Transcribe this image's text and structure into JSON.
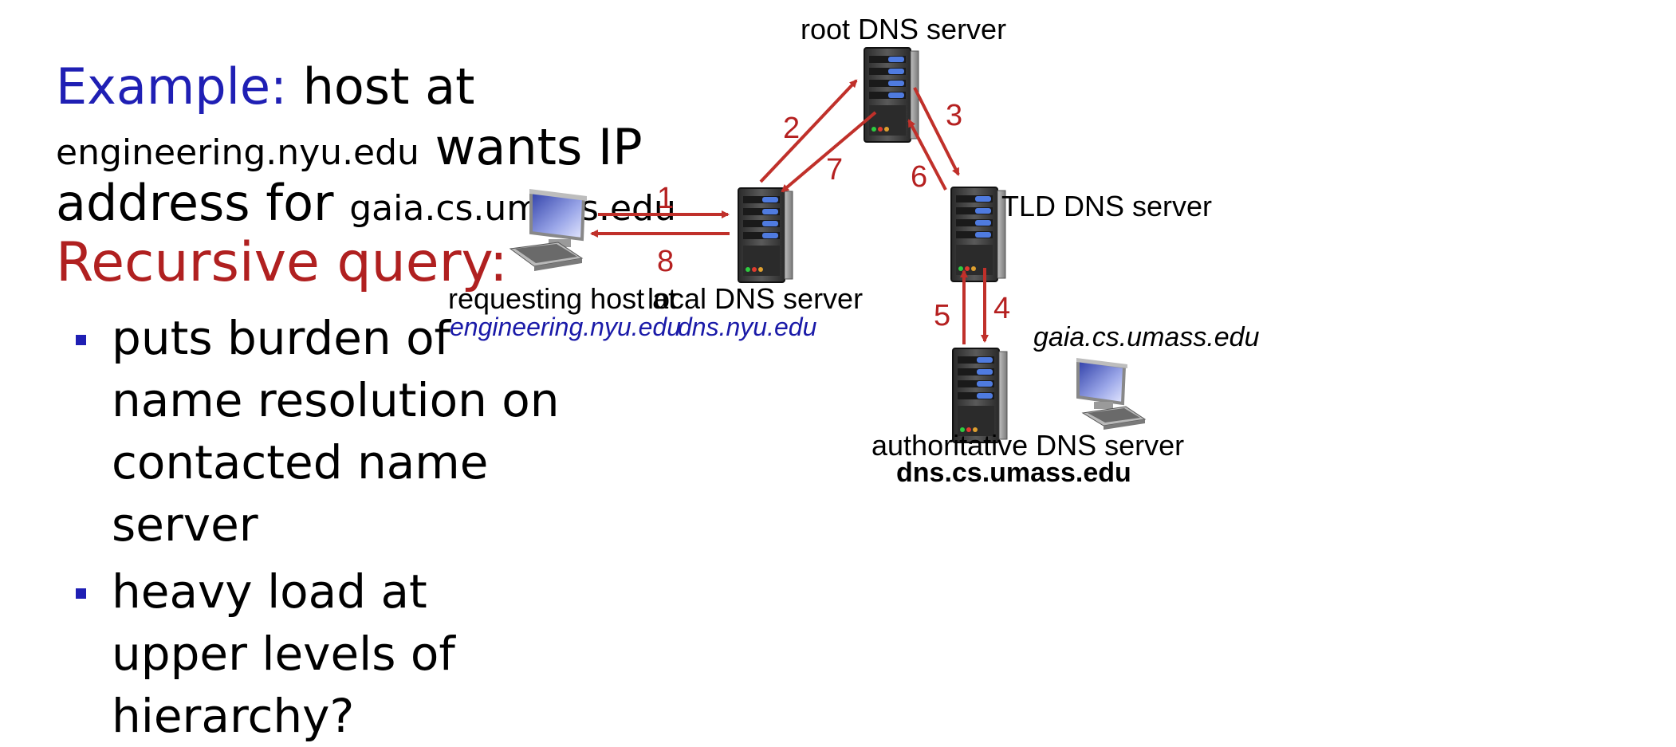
{
  "left": {
    "example_label": "Example:",
    "example_rest": " host at",
    "line2_small": "engineering.nyu.edu",
    "line2_big": " wants IP",
    "line3_big": "address for ",
    "line3_small": "gaia.cs.umass.edu",
    "recursive_title": "Recursive query:",
    "bullets": [
      [
        "puts burden of",
        "name resolution on",
        "contacted name",
        "server"
      ],
      [
        "heavy load at",
        "upper levels of",
        "hierarchy?"
      ]
    ]
  },
  "diagram": {
    "root_label": "root DNS server",
    "tld_label": "TLD DNS server",
    "local_label": "local DNS server",
    "local_sub": "dns.nyu.edu",
    "host_label": "requesting host at",
    "host_sub": "engineering.nyu.edu",
    "auth_label": "authoritative DNS server",
    "auth_sub": "dns.cs.umass.edu",
    "gaia_label": "gaia.cs.umass.edu",
    "steps": [
      "1",
      "2",
      "3",
      "4",
      "5",
      "6",
      "7",
      "8"
    ],
    "arrow_color": "#c0302a"
  }
}
